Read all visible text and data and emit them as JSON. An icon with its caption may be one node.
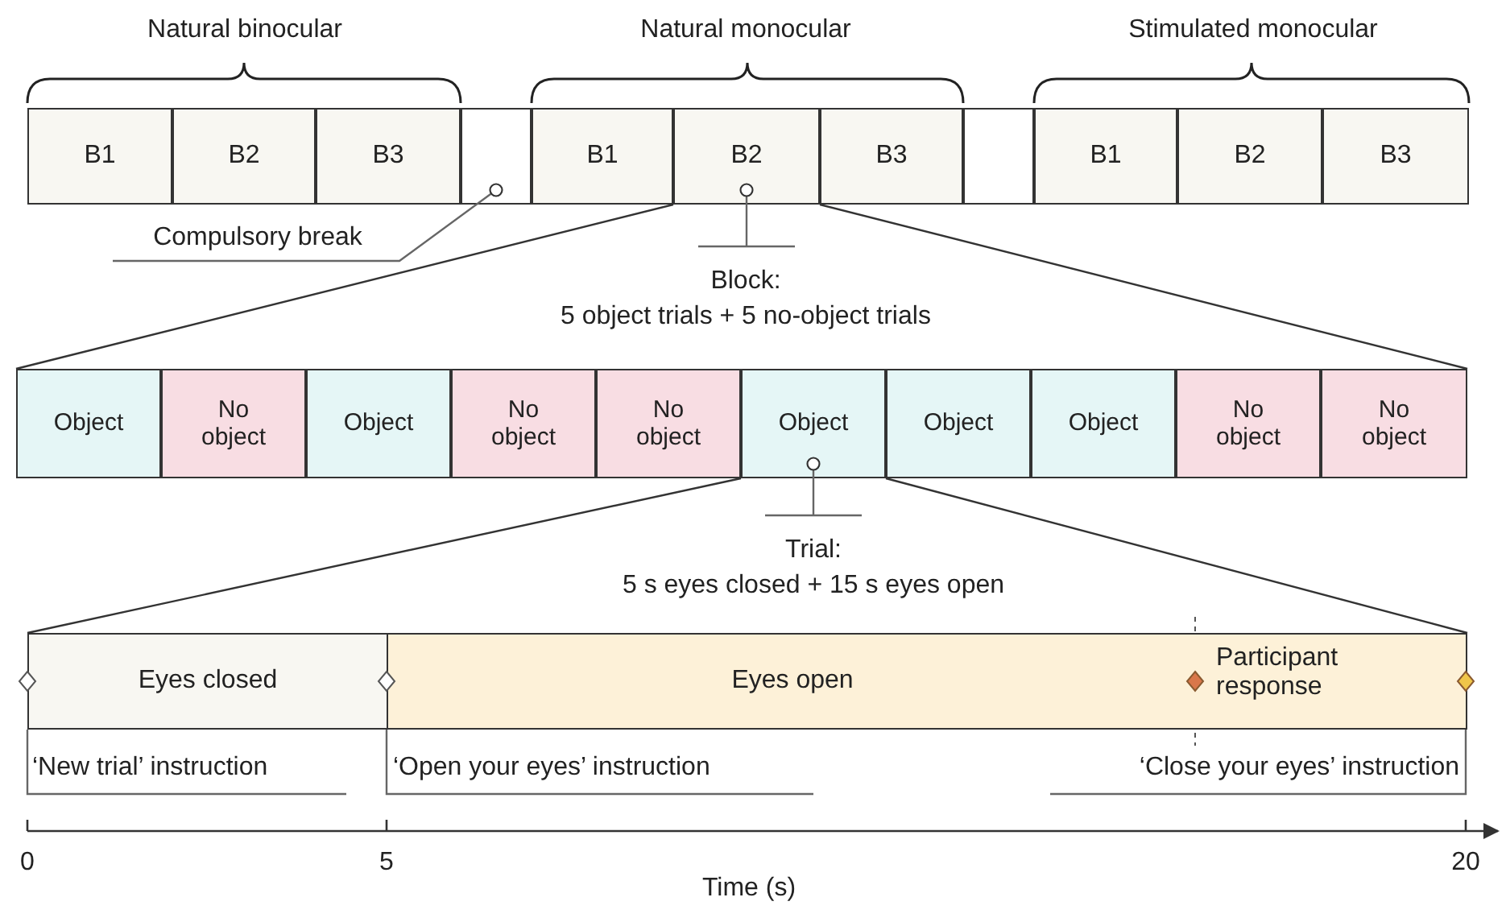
{
  "diagram": {
    "nodes": [
      {
        "text": [
          "B1"
        ]
      },
      {
        "text": [
          "B2"
        ]
      },
      {
        "text": [
          "B3"
        ]
      },
      {
        "text": [],
        "shape": "box"
      },
      {
        "text": [
          "B1"
        ]
      },
      {
        "text": [
          "B2"
        ]
      },
      {
        "text": [
          "B3"
        ]
      },
      {
        "text": [],
        "shape": "box"
      },
      {
        "text": [
          "B1"
        ]
      },
      {
        "text": [
          "B2"
        ]
      },
      {
        "text": [
          "B3"
        ]
      },
      {
        "text": [
          "Compulsory break"
        ]
      },
      {
        "text": [
          "Block:",
          "5 object trials + 5 no-object trials"
        ]
      },
      {
        "text": [
          "Object"
        ]
      },
      {
        "text": [
          "No object"
        ]
      },
      {
        "text": [
          "Object"
        ]
      },
      {
        "text": [
          "No object"
        ]
      },
      {
        "text": [
          "No object"
        ]
      },
      {
        "text": [
          "Object"
        ]
      },
      {
        "text": [
          "Object"
        ]
      },
      {
        "text": [
          "Object"
        ]
      },
      {
        "text": [
          "No object"
        ]
      },
      {
        "text": [
          "No object"
        ]
      },
      {
        "text": [
          "Trial:",
          "5 s eyes closed + 15 s eyes open"
        ]
      },
      {
        "text": [
          "Eyes closed"
        ]
      },
      {
        "text": [
          "Eyes open",
          "Participant response"
        ]
      }
    ],
    "edges": [
      {
        "from": 11,
        "to": 3,
        "arrow": "other",
        "color": "#666666"
      },
      {
        "from": 12,
        "to": 5,
        "arrow": "other",
        "color": "#666666"
      },
      {
        "from": 23,
        "to": 18,
        "arrow": "other",
        "color": "#666666"
      },
      {
        "from": 5,
        "to": 13,
        "arrow": "none"
      },
      {
        "from": 5,
        "to": 22,
        "arrow": "none"
      },
      {
        "from": 18,
        "to": 24,
        "arrow": "none"
      },
      {
        "from": 18,
        "to": 25,
        "arrow": "none"
      }
    ],
    "labels": [
      "Natural binocular",
      "Natural monocular",
      "Stimulated monocular",
      "‘New trial’ instruction",
      "‘Open your eyes’ instruction",
      "‘Close your eyes’ instruction",
      "0",
      "5",
      "20",
      "Time (s)"
    ]
  }
}
